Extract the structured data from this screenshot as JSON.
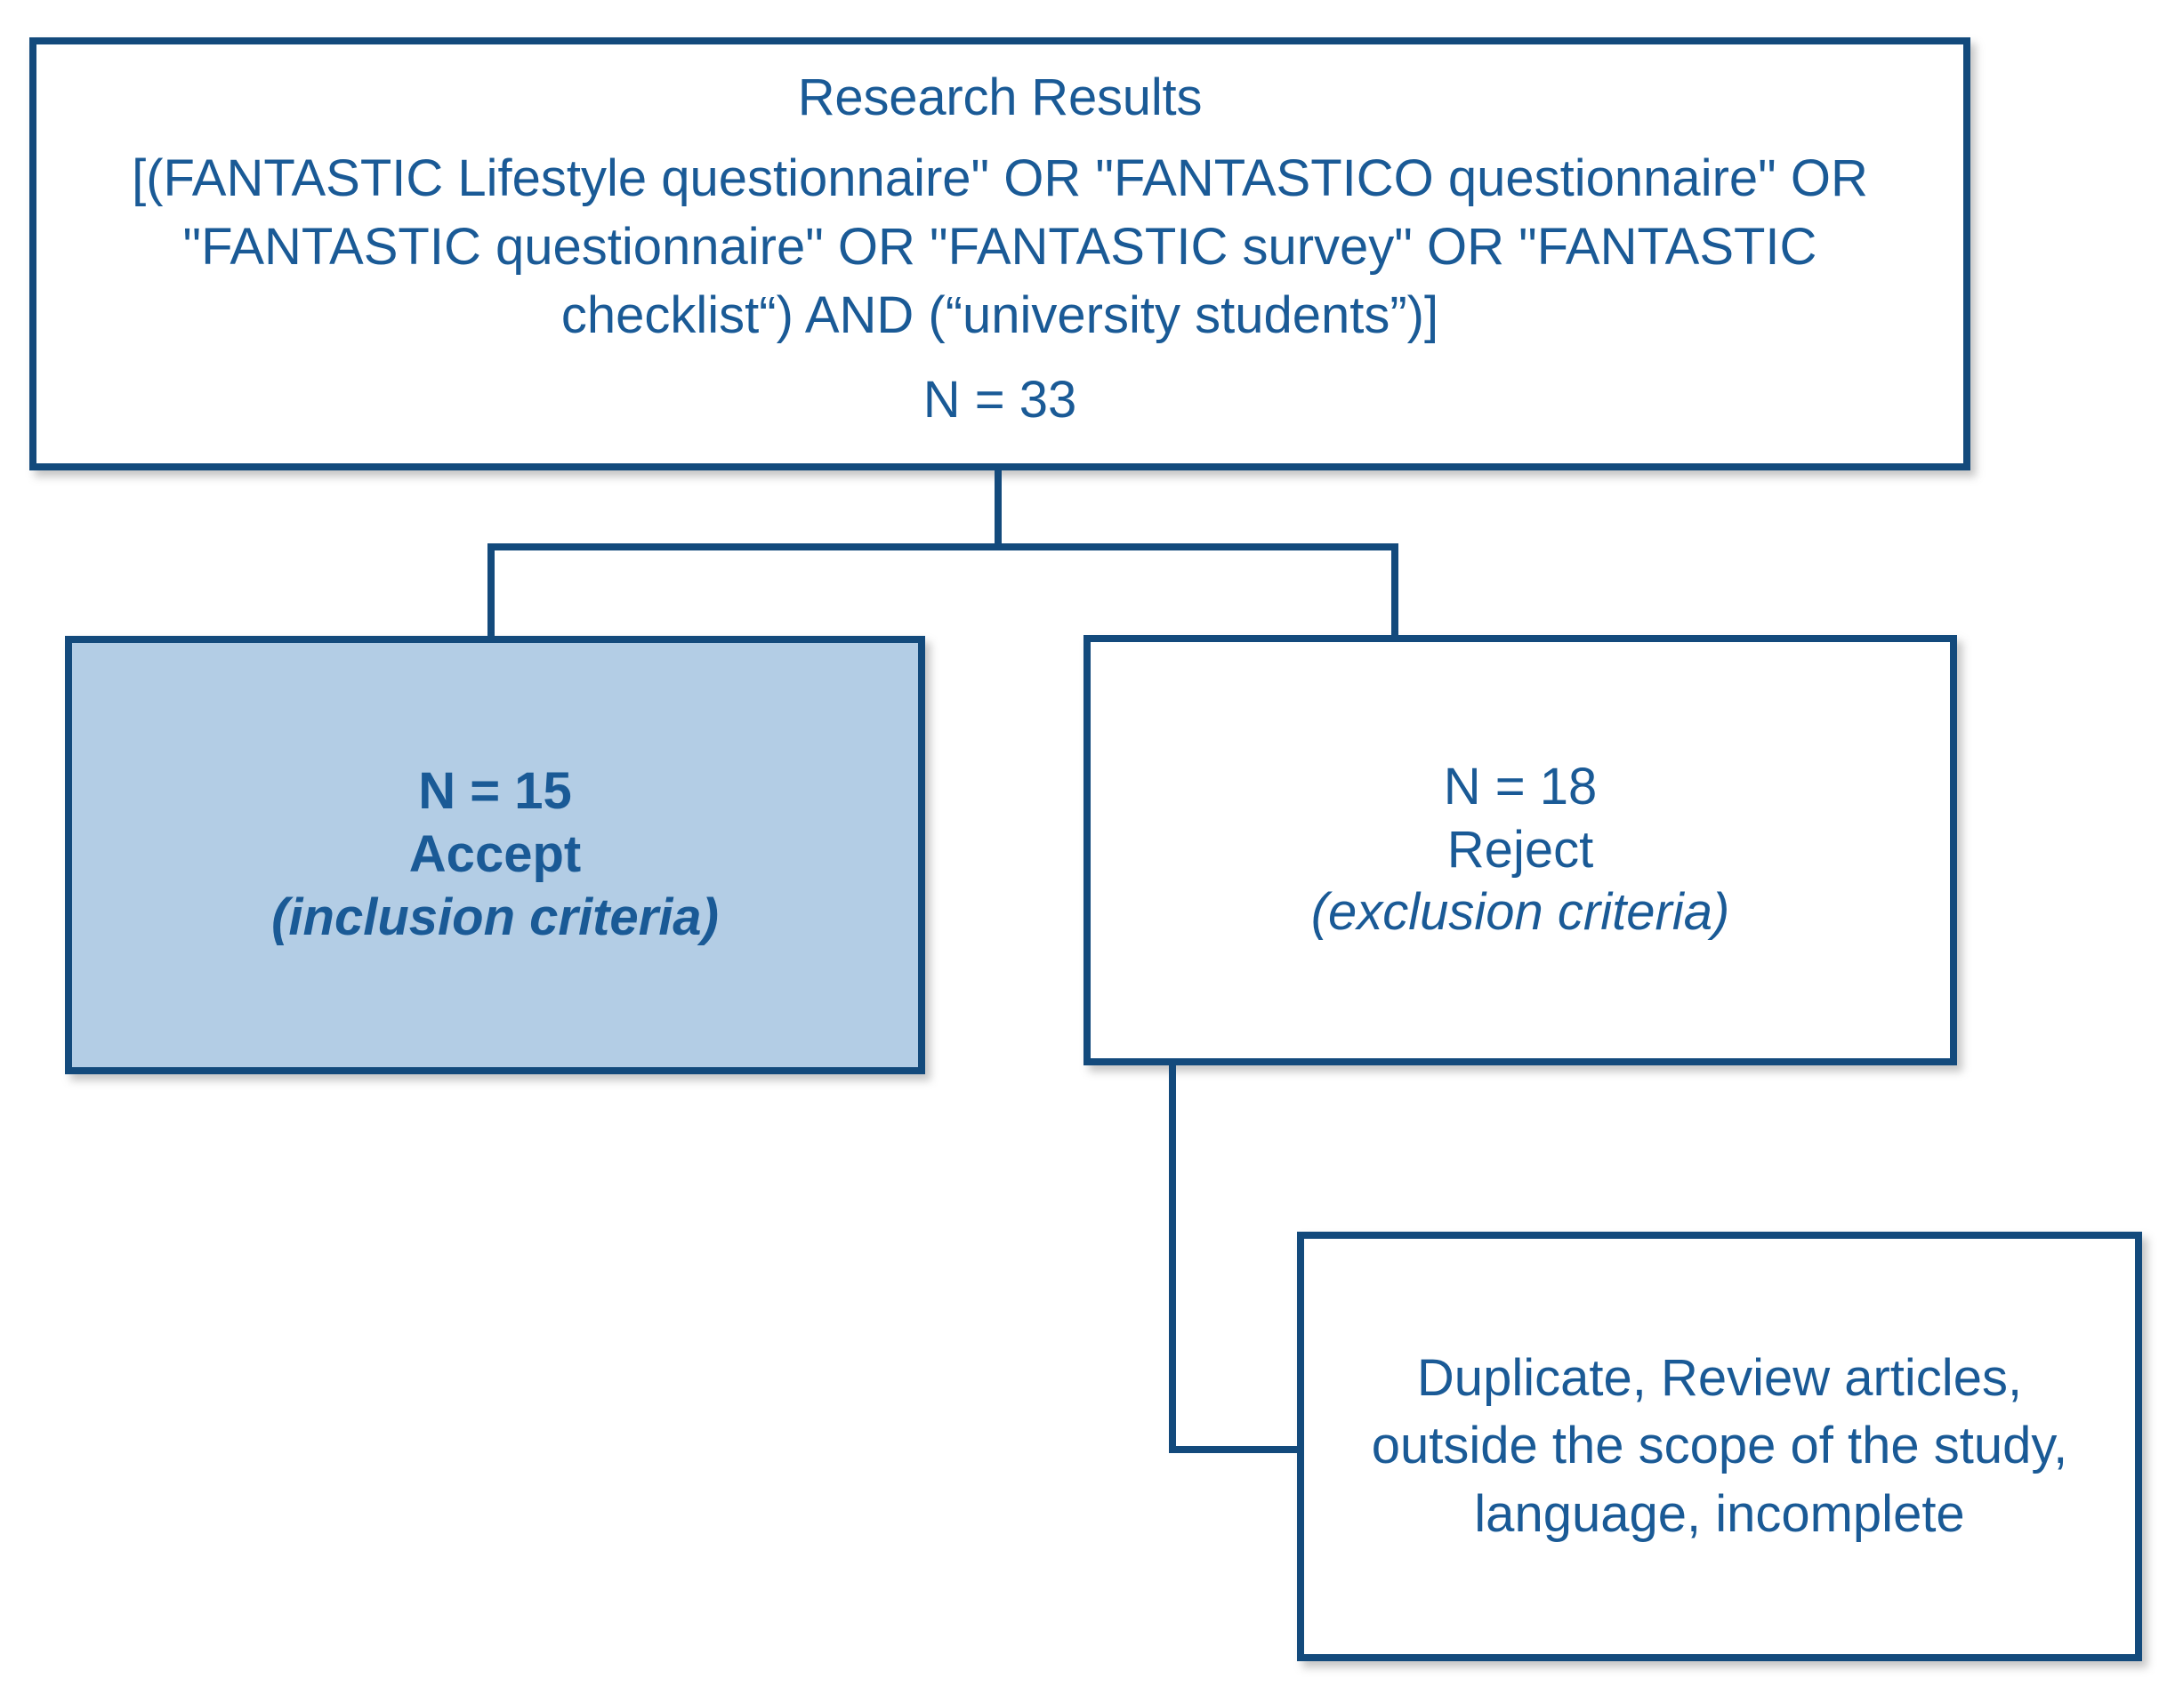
{
  "diagram": {
    "title": "Research Results flow diagram",
    "colors": {
      "border": "#134a7c",
      "text": "#1a5a96",
      "accept_fill": "#b3cde5",
      "default_fill": "#ffffff"
    }
  },
  "nodes": {
    "root": {
      "heading": "Research Results",
      "query": "[(FANTASTIC Lifestyle questionnaire\" OR \"FANTASTICO questionnaire\" OR \"FANTASTIC questionnaire\" OR \"FANTASTIC survey\" OR \"FANTASTIC checklist“) AND (“university students”)]",
      "count": "N = 33"
    },
    "accept": {
      "count": "N = 15",
      "decision": "Accept",
      "criteria": "(inclusion criteria)"
    },
    "reject": {
      "count": "N = 18",
      "decision": "Reject",
      "criteria": "(exclusion criteria)"
    },
    "exclusion_reasons": {
      "text": "Duplicate, Review articles, outside the scope of the study, language, incomplete"
    }
  }
}
